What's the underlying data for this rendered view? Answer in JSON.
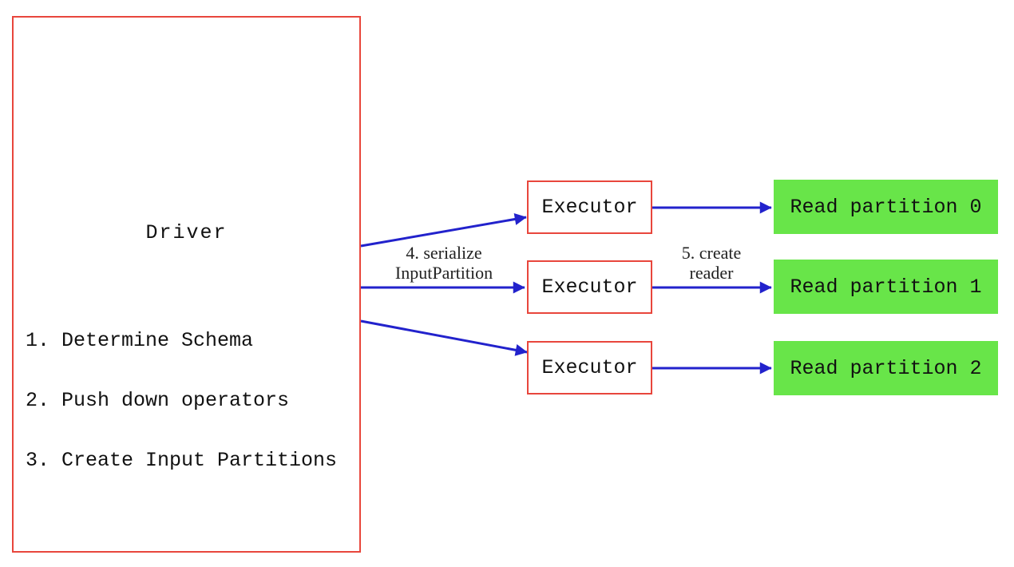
{
  "diagram": {
    "driver": {
      "title": "Driver",
      "steps": [
        "1. Determine Schema",
        "2. Push down operators",
        "3. Create Input Partitions"
      ]
    },
    "executors": [
      {
        "label": "Executor"
      },
      {
        "label": "Executor"
      },
      {
        "label": "Executor"
      }
    ],
    "partitions": [
      {
        "label": "Read partition 0"
      },
      {
        "label": "Read partition 1"
      },
      {
        "label": "Read partition 2"
      }
    ],
    "edge_labels": {
      "serialize_line1": "4. serialize",
      "serialize_line2": "InputPartition",
      "create_reader_line1": "5. create",
      "create_reader_line2": "reader"
    },
    "colors": {
      "box_border_red": "#e8463c",
      "arrow_blue": "#2222cc",
      "partition_green": "#68e549",
      "text_black": "#111111",
      "background": "#ffffff"
    }
  }
}
